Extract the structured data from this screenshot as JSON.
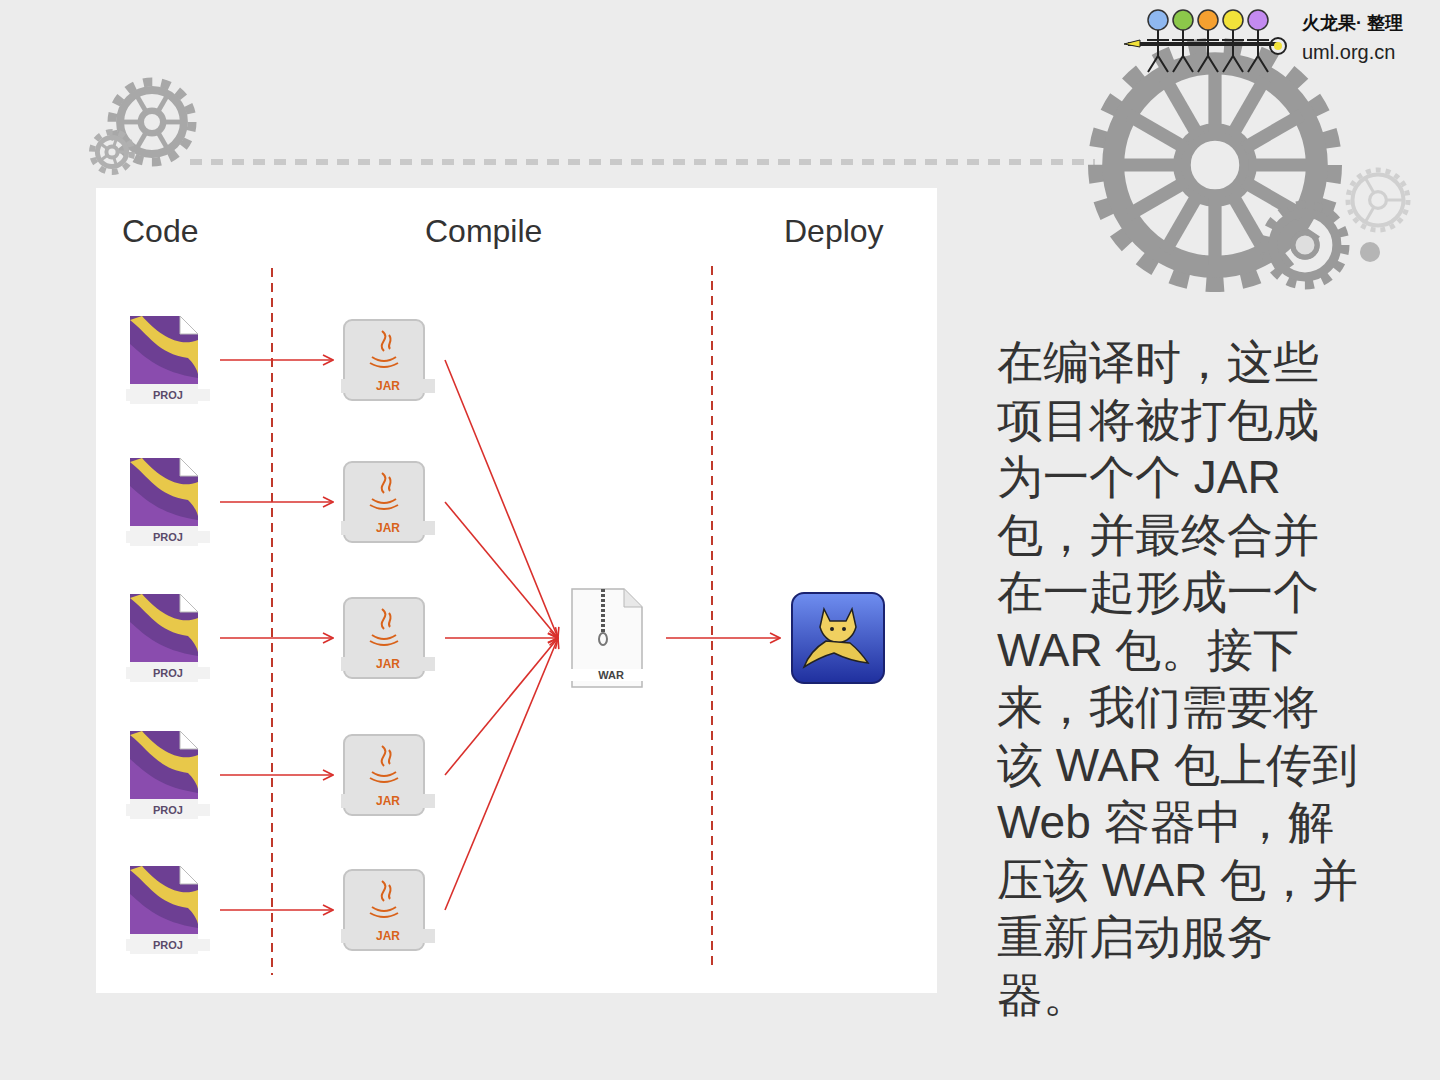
{
  "diagram": {
    "nodes": [
      {
        "text": [
          "PROJ"
        ]
      },
      {
        "text": [
          "PROJ"
        ]
      },
      {
        "text": [
          "PROJ"
        ]
      },
      {
        "text": [
          "PROJ"
        ]
      },
      {
        "text": [
          "PROJ"
        ]
      },
      {
        "text": [
          "JAR"
        ]
      },
      {
        "text": [
          "JAR"
        ]
      },
      {
        "text": [
          "JAR"
        ]
      },
      {
        "text": [
          "JAR"
        ]
      },
      {
        "text": [
          "JAR"
        ]
      },
      {
        "text": [
          "WAR"
        ]
      },
      {
        "text": []
      }
    ],
    "edges": [
      {
        "from": 0,
        "to": 5,
        "arrow": "to"
      },
      {
        "from": 1,
        "to": 6,
        "arrow": "to"
      },
      {
        "from": 2,
        "to": 7,
        "arrow": "to"
      },
      {
        "from": 3,
        "to": 8,
        "arrow": "to"
      },
      {
        "from": 4,
        "to": 9,
        "arrow": "to"
      },
      {
        "from": 5,
        "to": 10,
        "arrow": "to"
      },
      {
        "from": 6,
        "to": 10,
        "arrow": "to"
      },
      {
        "from": 7,
        "to": 10,
        "arrow": "to"
      },
      {
        "from": 8,
        "to": 10,
        "arrow": "to"
      },
      {
        "from": 9,
        "to": 10,
        "arrow": "to"
      },
      {
        "from": 10,
        "to": 11,
        "arrow": "to"
      }
    ],
    "labels": [
      "Code",
      "Compile",
      "Deploy",
      "在编译时，这些项目将被打包成为一个个 JAR 包，并最终合并在一起形成一个 WAR 包。接下来，我们需要将该 WAR 包上传到 Web 容器中，解压该 WAR 包，并重新启动服务器。",
      "火龙果· 整理",
      "uml.org.cn"
    ]
  }
}
